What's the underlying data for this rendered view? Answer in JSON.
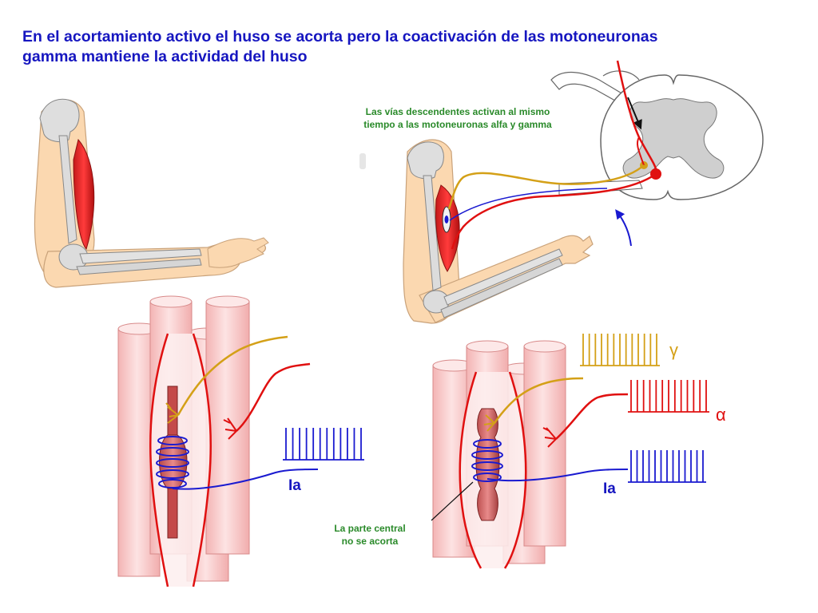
{
  "title": {
    "line1": "En el acortamiento activo el huso se acorta pero la coactivación de las motoneuronas",
    "line2": "gamma mantiene la actividad del huso"
  },
  "captions": {
    "descending_line1": "Las vías descendentes activan al mismo",
    "descending_line2": "tiempo a las motoneuronas  alfa y gamma",
    "central_line1": "La parte central",
    "central_line2": "no se acorta"
  },
  "labels": {
    "ia_left": "Ia",
    "ia_right": "Ia",
    "gamma": "γ",
    "alpha": "α"
  },
  "colors": {
    "title": "#1616c0",
    "caption": "#2a8a2a",
    "alpha_motor": "#e01010",
    "gamma_motor": "#d4a017",
    "ia_sensory": "#1a1ad0",
    "muscle_fiber": "#f7c9c9",
    "skin": "#fbd8b0",
    "bone": "#d9d9d9"
  },
  "spike_trains": {
    "ia_left_count": 12,
    "gamma_count": 13,
    "alpha_count": 13,
    "ia_right_count": 13
  }
}
